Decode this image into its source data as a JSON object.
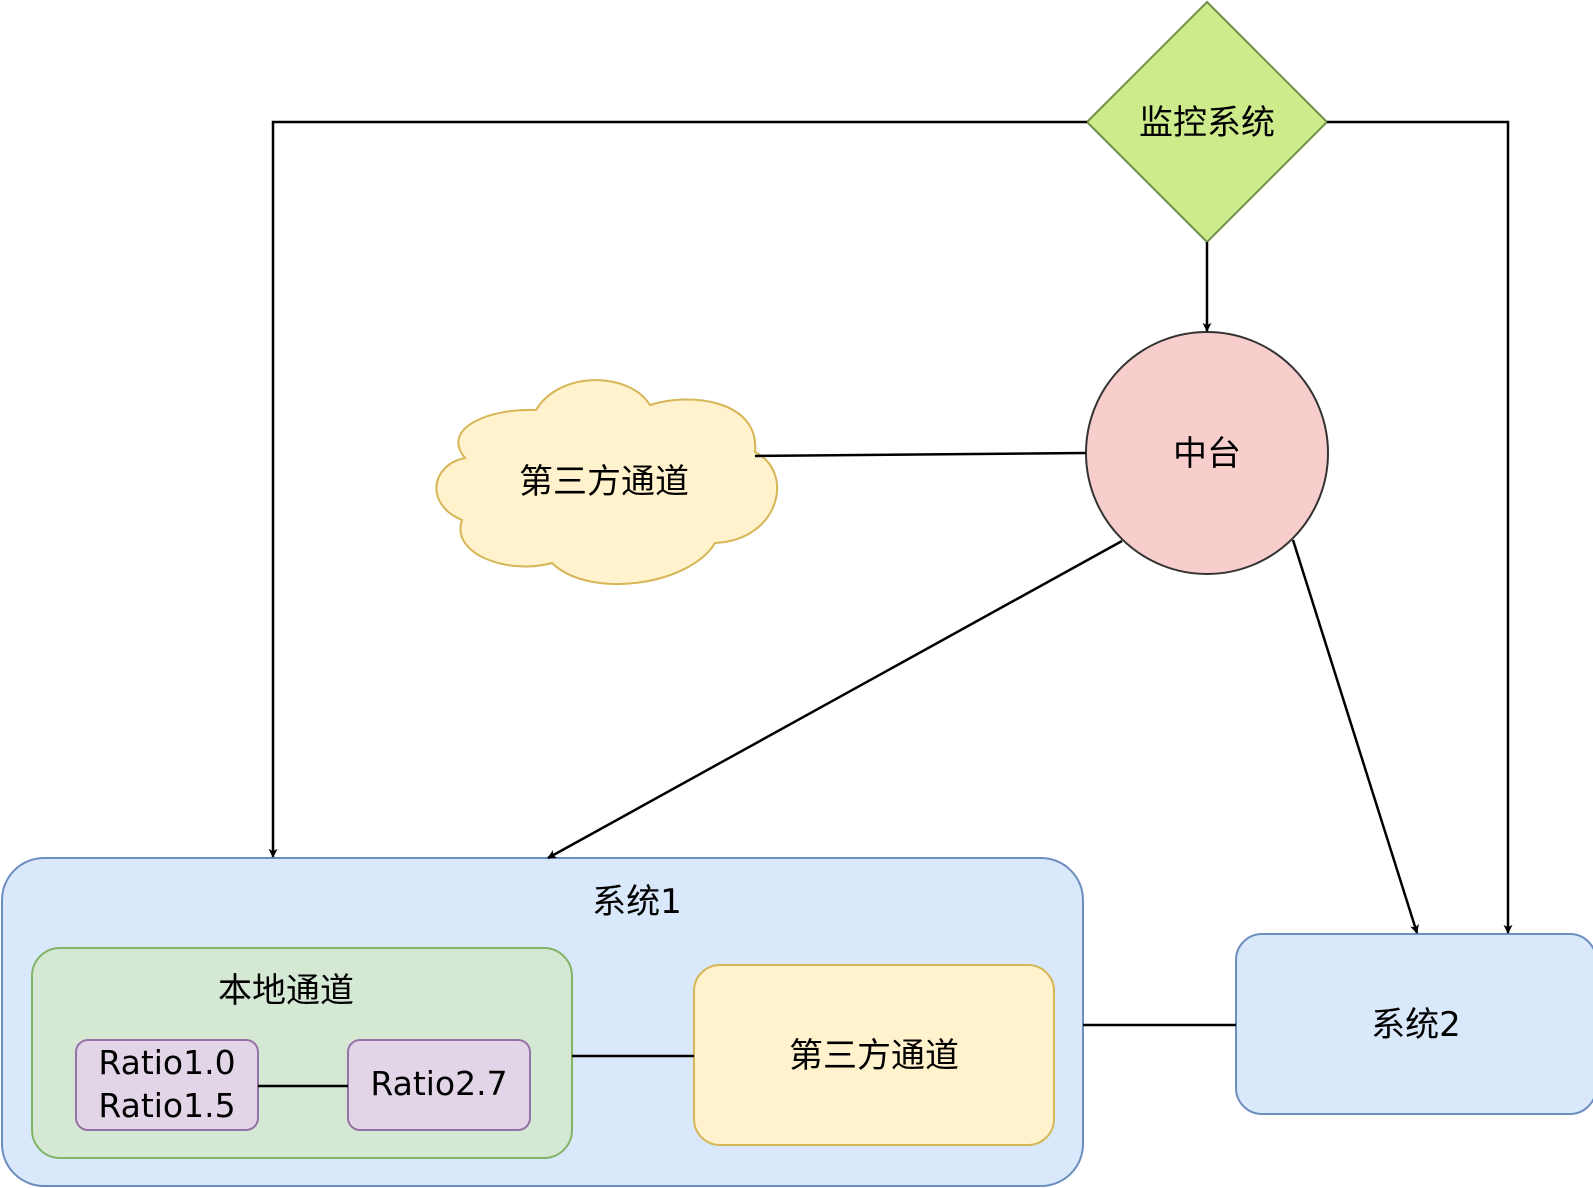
{
  "nodes": {
    "monitor": {
      "label": "监控系统",
      "shape": "diamond",
      "fill": "#cdeb8b",
      "stroke": "#6d8f49"
    },
    "middle_platform": {
      "label": "中台",
      "shape": "circle",
      "fill": "#f8cecc",
      "stroke": "#333333"
    },
    "third_party_cloud": {
      "label": "第三方通道",
      "shape": "cloud",
      "fill": "#fff2cc",
      "stroke": "#d6b656"
    },
    "system1": {
      "label": "系统1",
      "shape": "rounded-rect",
      "fill": "#dae8fc",
      "stroke": "#6c8ebf"
    },
    "local_channel": {
      "label": "本地通道",
      "shape": "rounded-rect",
      "fill": "#d5e8d4",
      "stroke": "#82b366"
    },
    "ratio_a": {
      "lines": [
        "Ratio1.0",
        "Ratio1.5"
      ],
      "shape": "rounded-rect",
      "fill": "#e1d5e7",
      "stroke": "#9673a6"
    },
    "ratio_b": {
      "label": "Ratio2.7",
      "shape": "rounded-rect",
      "fill": "#e1d5e7",
      "stroke": "#9673a6"
    },
    "third_party_box": {
      "label": "第三方通道",
      "shape": "rounded-rect",
      "fill": "#fff2cc",
      "stroke": "#d6b656"
    },
    "system2": {
      "label": "系统2",
      "shape": "rounded-rect",
      "fill": "#dae8fc",
      "stroke": "#6c8ebf"
    }
  },
  "edges": [
    {
      "from": "monitor",
      "to": "system1",
      "arrow": true
    },
    {
      "from": "monitor",
      "to": "system2",
      "arrow": true
    },
    {
      "from": "monitor",
      "to": "middle_platform",
      "arrow": true
    },
    {
      "from": "middle_platform",
      "to": "system1",
      "arrow": true
    },
    {
      "from": "middle_platform",
      "to": "system2",
      "arrow": true
    },
    {
      "from": "third_party_cloud",
      "to": "middle_platform",
      "arrow": false
    },
    {
      "from": "ratio_a",
      "to": "ratio_b",
      "arrow": false
    },
    {
      "from": "local_channel",
      "to": "third_party_box",
      "arrow": false
    },
    {
      "from": "system1",
      "to": "system2",
      "arrow": false
    }
  ]
}
